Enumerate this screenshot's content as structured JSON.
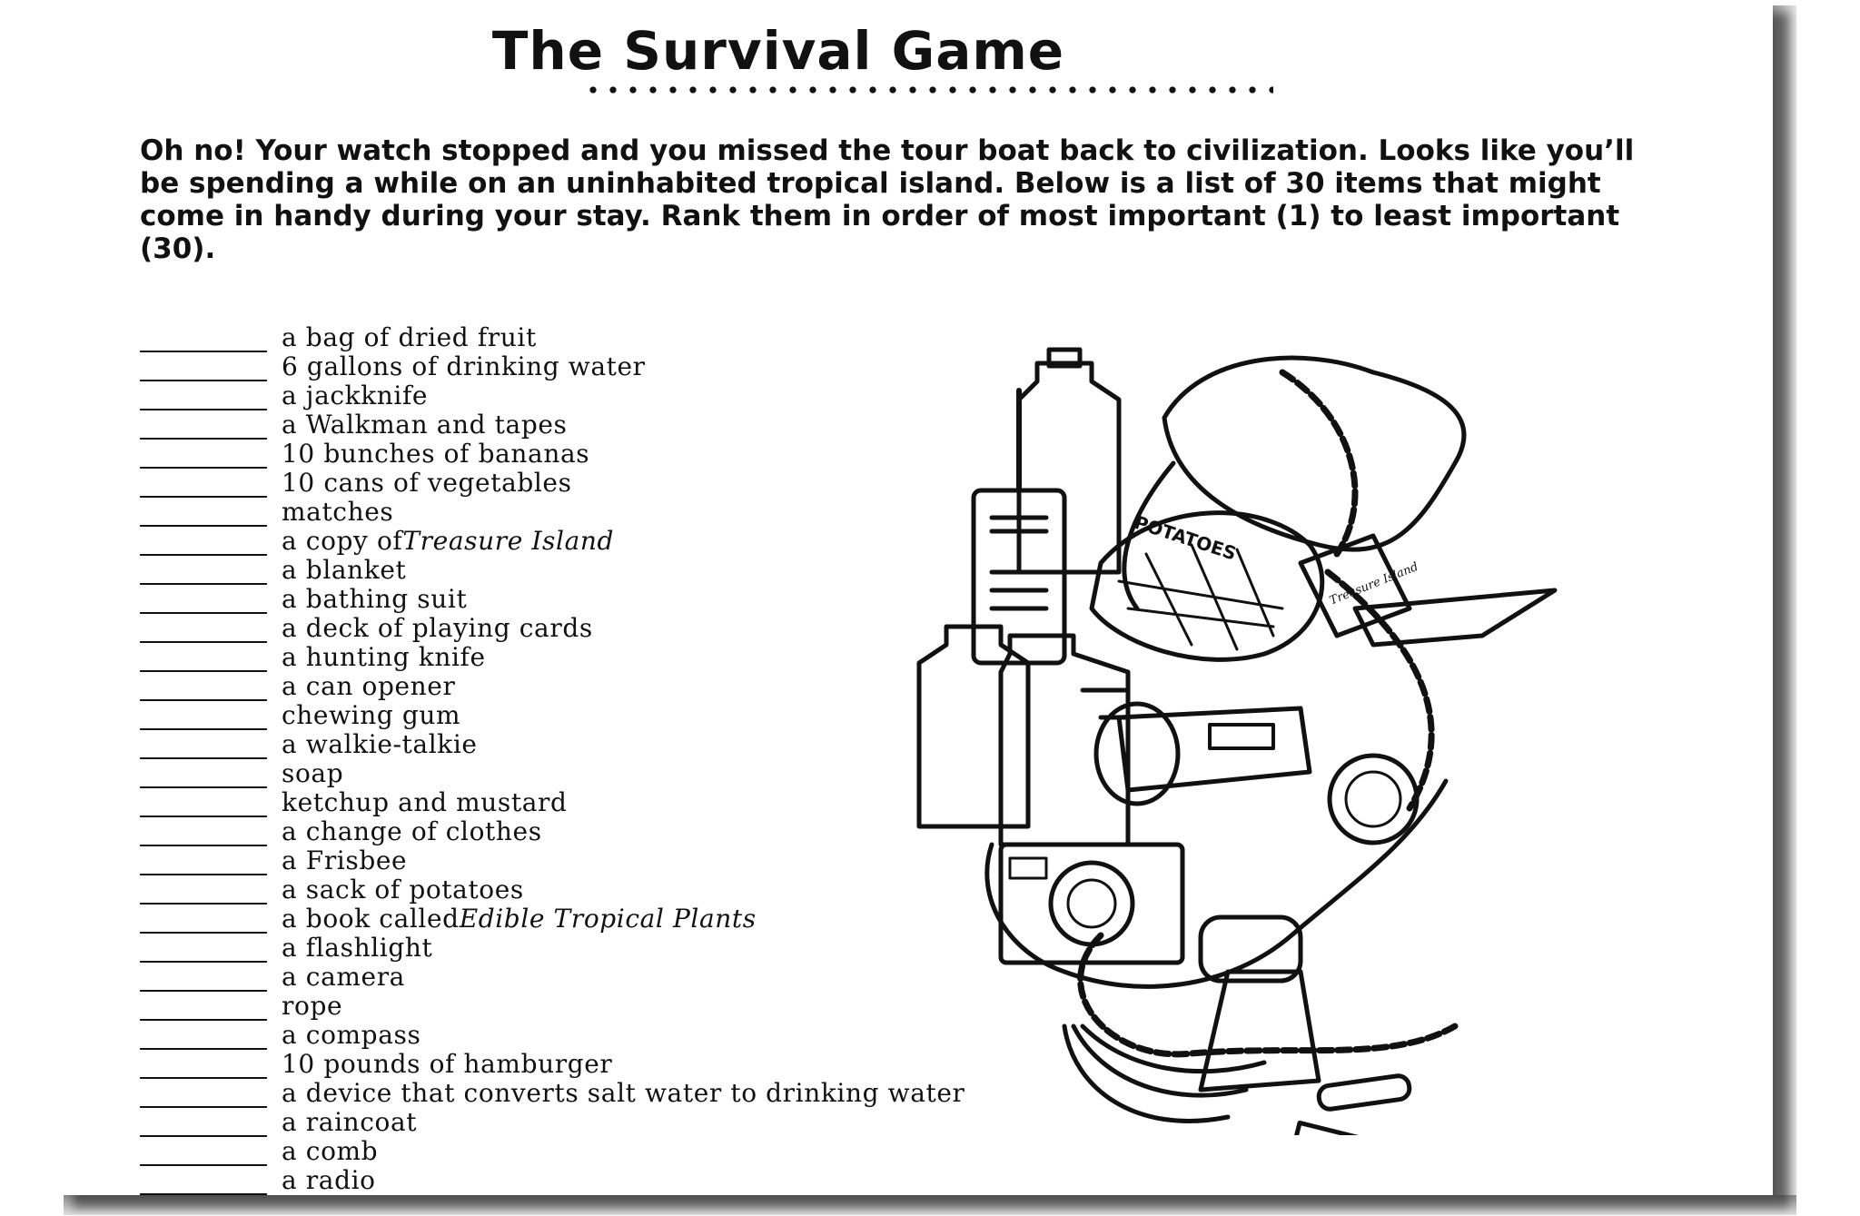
{
  "worksheet": {
    "title": "The Survival Game",
    "intro": "Oh no! Your watch stopped and you missed the tour boat back to civilization. Looks like you’ll be spending a while on an uninhabited tropical island. Below is a list of 30 items that might come in handy during your stay. Rank them in order of most important (1) to least important (30).",
    "items": [
      {
        "text": "a bag of dried fruit",
        "italic": ""
      },
      {
        "text": "6 gallons of drinking water",
        "italic": ""
      },
      {
        "text": "a jackknife",
        "italic": ""
      },
      {
        "text": "a Walkman and tapes",
        "italic": ""
      },
      {
        "text": "10 bunches of bananas",
        "italic": ""
      },
      {
        "text": "10 cans of vegetables",
        "italic": ""
      },
      {
        "text": "matches",
        "italic": ""
      },
      {
        "text": "a copy of ",
        "italic": "Treasure Island"
      },
      {
        "text": "a blanket",
        "italic": ""
      },
      {
        "text": "a bathing suit",
        "italic": ""
      },
      {
        "text": "a deck of playing cards",
        "italic": ""
      },
      {
        "text": "a hunting knife",
        "italic": ""
      },
      {
        "text": "a can opener",
        "italic": ""
      },
      {
        "text": "chewing gum",
        "italic": ""
      },
      {
        "text": "a walkie-talkie",
        "italic": ""
      },
      {
        "text": "soap",
        "italic": ""
      },
      {
        "text": "ketchup and mustard",
        "italic": ""
      },
      {
        "text": "a change of clothes",
        "italic": ""
      },
      {
        "text": "a Frisbee",
        "italic": ""
      },
      {
        "text": "a sack of potatoes",
        "italic": ""
      },
      {
        "text": "a book called ",
        "italic": "Edible Tropical Plants"
      },
      {
        "text": "a flashlight",
        "italic": ""
      },
      {
        "text": "a camera",
        "italic": ""
      },
      {
        "text": "rope",
        "italic": ""
      },
      {
        "text": "a compass",
        "italic": ""
      },
      {
        "text": "10 pounds of hamburger",
        "italic": ""
      },
      {
        "text": "a device that converts salt water to drinking water",
        "italic": ""
      },
      {
        "text": "a raincoat",
        "italic": ""
      },
      {
        "text": "a comb",
        "italic": ""
      },
      {
        "text": "a radio",
        "italic": ""
      }
    ],
    "illustration_labels": {
      "potatoes": "POTATOES",
      "book": "Treasure Island"
    }
  }
}
